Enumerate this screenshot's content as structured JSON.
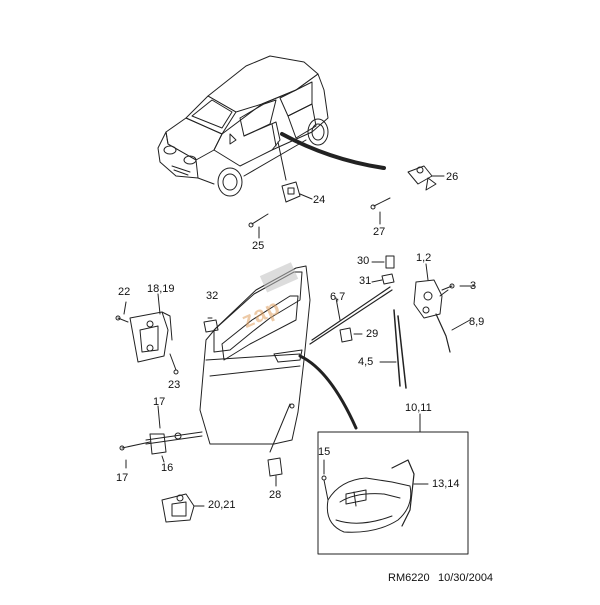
{
  "callouts": {
    "c24": "24",
    "c25": "25",
    "c26": "26",
    "c27": "27",
    "c30": "30",
    "c1_2": "1,2",
    "c3": "3",
    "c31": "31",
    "c6_7": "6,7",
    "c29": "29",
    "c8_9": "8,9",
    "c4_5": "4,5",
    "c22": "22",
    "c18_19": "18,19",
    "c32": "32",
    "c23": "23",
    "c17a": "17",
    "c17b": "17",
    "c16": "16",
    "c28": "28",
    "c20_21": "20,21",
    "c10_11": "10,11",
    "c15": "15",
    "c13_14": "13,14"
  },
  "footer": {
    "ref": "RM6220",
    "date": "10/30/2004"
  },
  "watermark": "zap"
}
